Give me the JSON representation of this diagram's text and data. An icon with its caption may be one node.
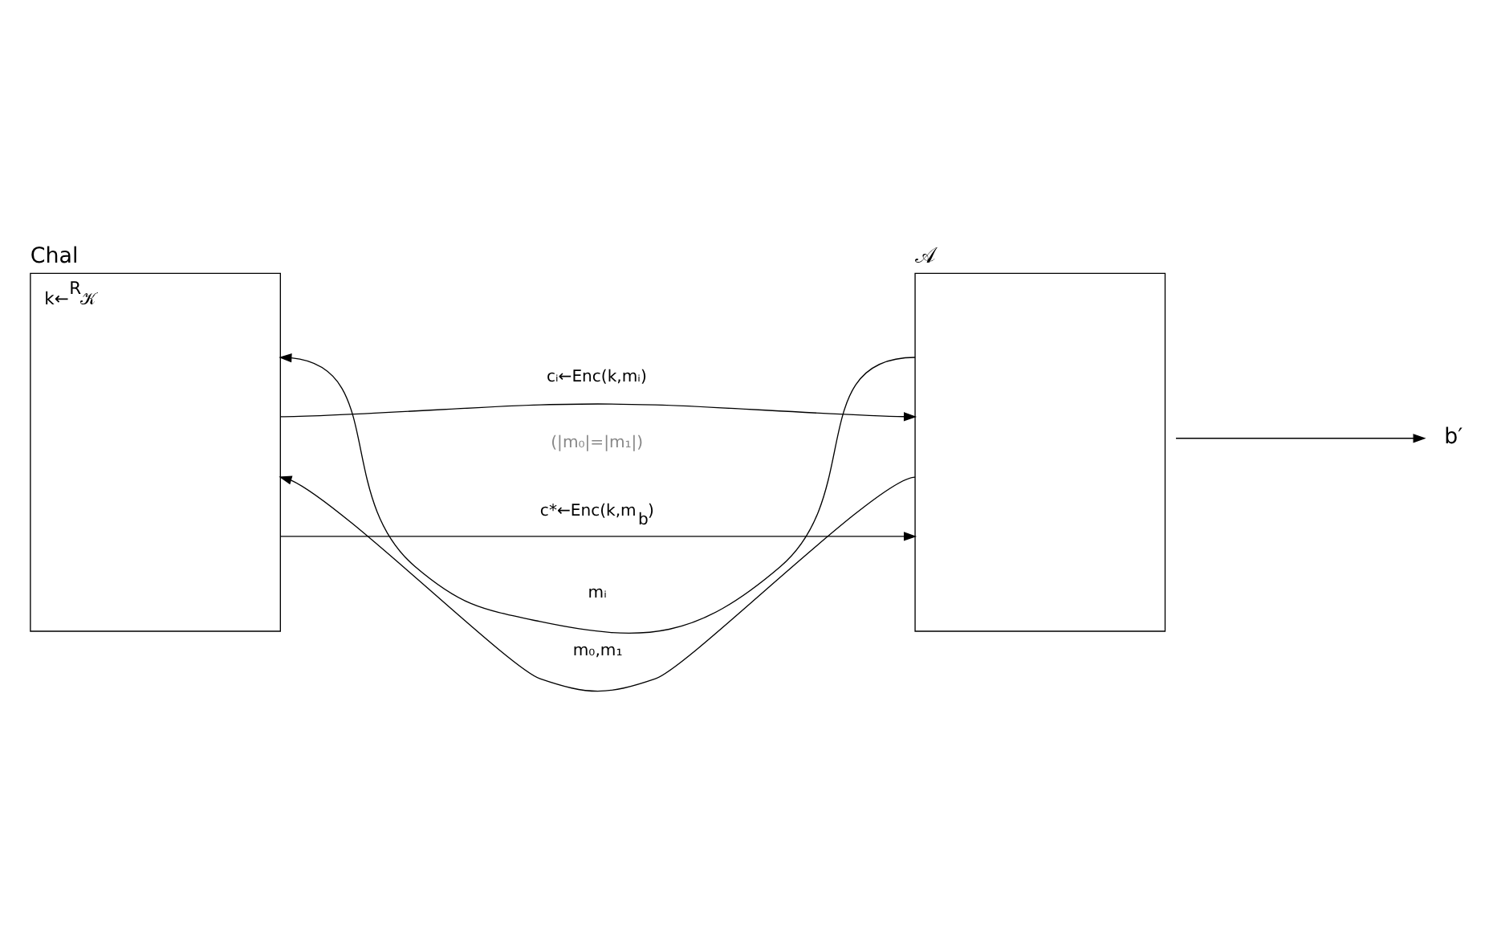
{
  "diagram": {
    "nodes": [
      {
        "text": [
          "Chal",
          "k←$^{R}$𝒦"
        ]
      },
      {
        "text": [
          "𝒜"
        ]
      },
      {
        "text": [
          "b′"
        ]
      }
    ],
    "edges": [
      {
        "from": 1,
        "to": 0,
        "arrow": "to",
        "label": "mᵢ"
      },
      {
        "from": 0,
        "to": 1,
        "arrow": "to",
        "label": "cᵢ←Enc(k,mᵢ)"
      },
      {
        "from": 1,
        "to": 0,
        "arrow": "to",
        "label": "m₀,m₁"
      },
      {
        "from": 0,
        "to": 1,
        "arrow": "to",
        "label": "c*←Enc(k,m$_{b}$)"
      },
      {
        "from": 1,
        "to": 2,
        "arrow": "to"
      }
    ],
    "labels": [
      "(|m₀|=|m₁|)"
    ]
  }
}
